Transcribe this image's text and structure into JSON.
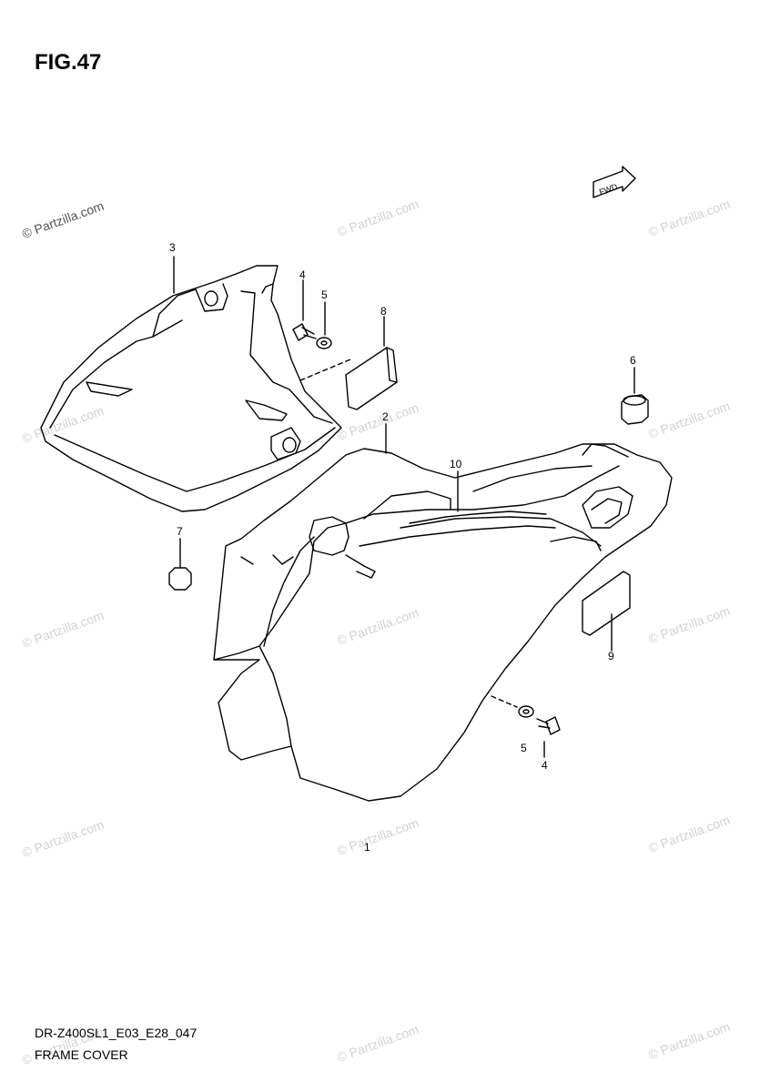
{
  "figure_label": "FIG.47",
  "model_code": "DR-Z400SL1_E03_E28_047",
  "section_title": "FRAME COVER",
  "watermark": "© Partzilla.com",
  "direction_badge": "FWD",
  "callouts": {
    "c1": "1",
    "c2": "2",
    "c3": "3",
    "c4a": "4",
    "c4b": "4",
    "c5a": "5",
    "c5b": "5",
    "c6": "6",
    "c7": "7",
    "c8": "8",
    "c9": "9",
    "c10": "10"
  }
}
